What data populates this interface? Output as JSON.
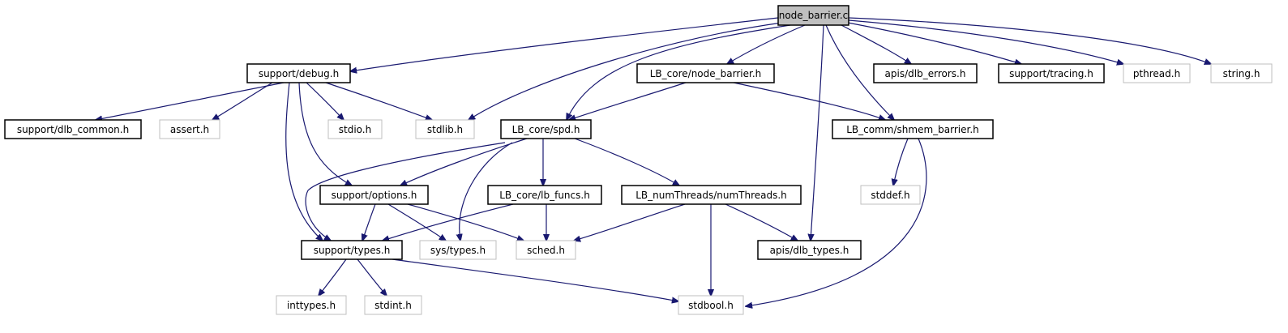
{
  "graph": {
    "nodes": {
      "node_barrier_c": "node_barrier.c",
      "support_debug_h": "support/debug.h",
      "lb_core_node_barrier_h": "LB_core/node_barrier.h",
      "apis_dlb_errors_h": "apis/dlb_errors.h",
      "support_tracing_h": "support/tracing.h",
      "pthread_h": "pthread.h",
      "string_h": "string.h",
      "support_dlb_common_h": "support/dlb_common.h",
      "assert_h": "assert.h",
      "stdio_h": "stdio.h",
      "stdlib_h": "stdlib.h",
      "lb_core_spd_h": "LB_core/spd.h",
      "lb_comm_shmem_barrier_h": "LB_comm/shmem_barrier.h",
      "stddef_h": "stddef.h",
      "support_options_h": "support/options.h",
      "lb_core_lb_funcs_h": "LB_core/lb_funcs.h",
      "lb_numthreads_numthreads_h": "LB_numThreads/numThreads.h",
      "support_types_h": "support/types.h",
      "sys_types_h": "sys/types.h",
      "sched_h": "sched.h",
      "apis_dlb_types_h": "apis/dlb_types.h",
      "inttypes_h": "inttypes.h",
      "stdint_h": "stdint.h",
      "stdbool_h": "stdbool.h"
    },
    "colors": {
      "edge": "#191970",
      "root_fill": "#bfbfbf",
      "external_border": "#bfbfbf",
      "node_border": "#000000"
    }
  }
}
